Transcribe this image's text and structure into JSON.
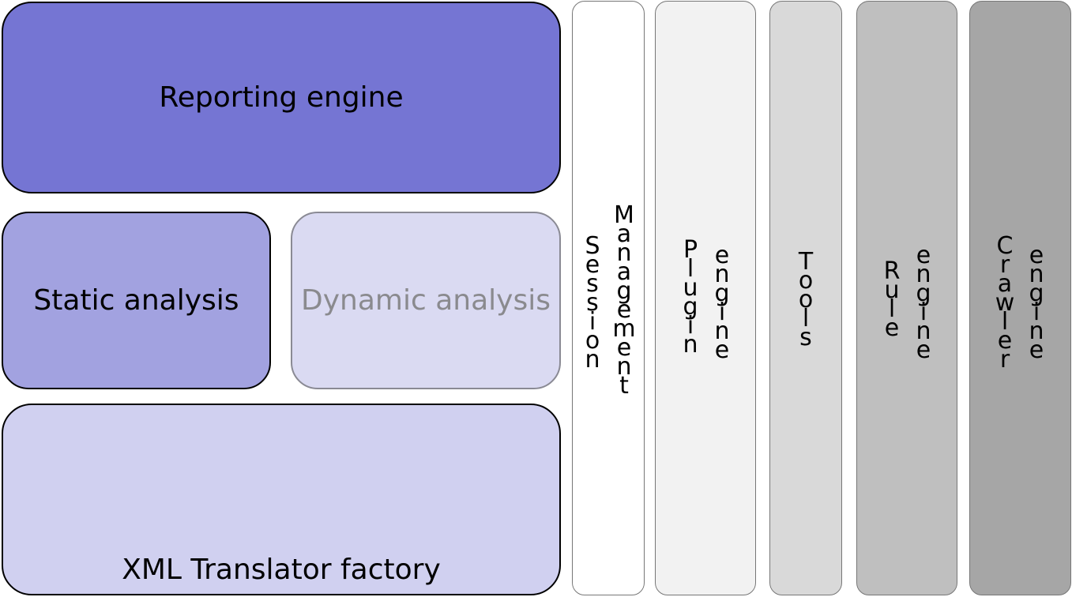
{
  "blocks": {
    "reporting": "Reporting engine",
    "static": "Static analysis",
    "dynamic": "Dynamic analysis",
    "xml": "XML Translator factory"
  },
  "columns": {
    "session": {
      "word1": "Session",
      "word2": "Management"
    },
    "plugin": {
      "word1": "Plugin",
      "word2": "engine"
    },
    "tools": {
      "word1": "Tools"
    },
    "rule": {
      "word1": "Rule",
      "word2": "engine"
    },
    "crawler": {
      "word1": "Crawler",
      "word2": "engine"
    }
  },
  "colors": {
    "reporting": "#7575d3",
    "static": "#a2a2e0",
    "dynamic": "#dadaf2",
    "xml": "#d0d0f0",
    "session": "#ffffff",
    "plugin": "#f2f2f2",
    "tools": "#d9d9d9",
    "rule": "#bfbfbf",
    "crawler": "#a6a6a6"
  }
}
